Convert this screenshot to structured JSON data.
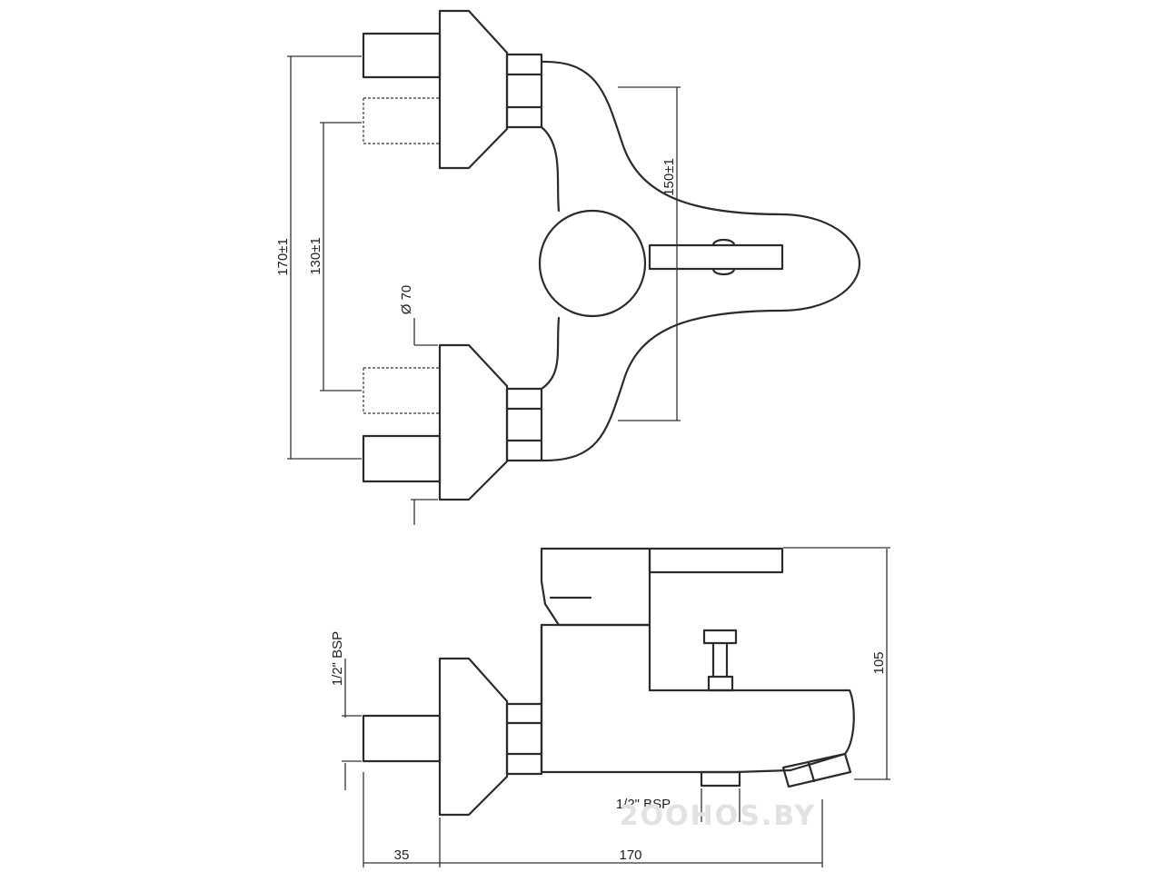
{
  "dimensions": {
    "pipe_spacing_outer": "170±1",
    "pipe_spacing_inner": "130±1",
    "flange_diameter": "Ø 70",
    "mixer_offset": "150±1",
    "inlet_thread": "1/2\" BSP",
    "outlet_thread": "1/2\" BSP",
    "height": "105",
    "wall_offset": "35",
    "total_length": "170"
  },
  "watermark": "2OOHOS.BY"
}
